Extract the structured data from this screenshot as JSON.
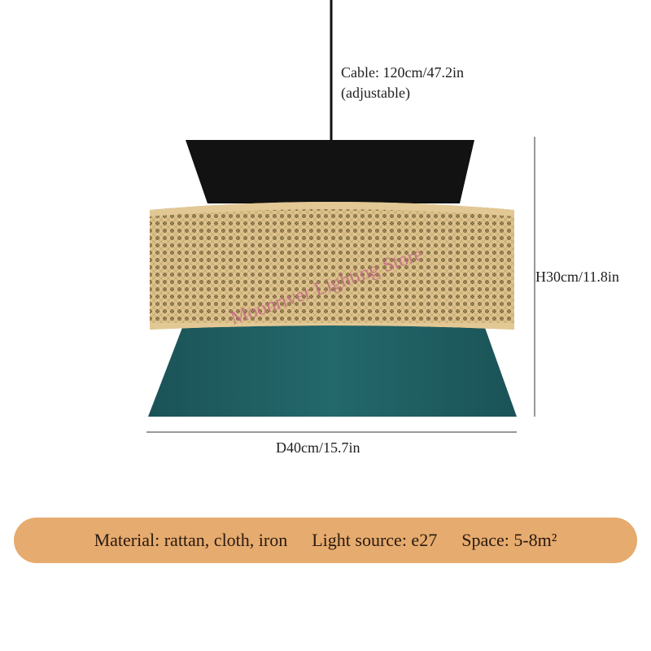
{
  "dimensions": {
    "cable_line1": "Cable: 120cm/47.2in",
    "cable_line2": "(adjustable)",
    "height": "H30cm/11.8in",
    "diameter": "D40cm/15.7in"
  },
  "watermark": "Moonriver Lighting Store",
  "specs": {
    "material": "Material: rattan, cloth, iron",
    "light_source": "Light source: e27",
    "space": "Space: 5-8m²"
  },
  "colors": {
    "pill": "#e6ab6e",
    "top_shade": "#111111",
    "rattan": "#dcc38f",
    "bottom_shade": "#1c5e62",
    "watermark": "#c46a86"
  }
}
